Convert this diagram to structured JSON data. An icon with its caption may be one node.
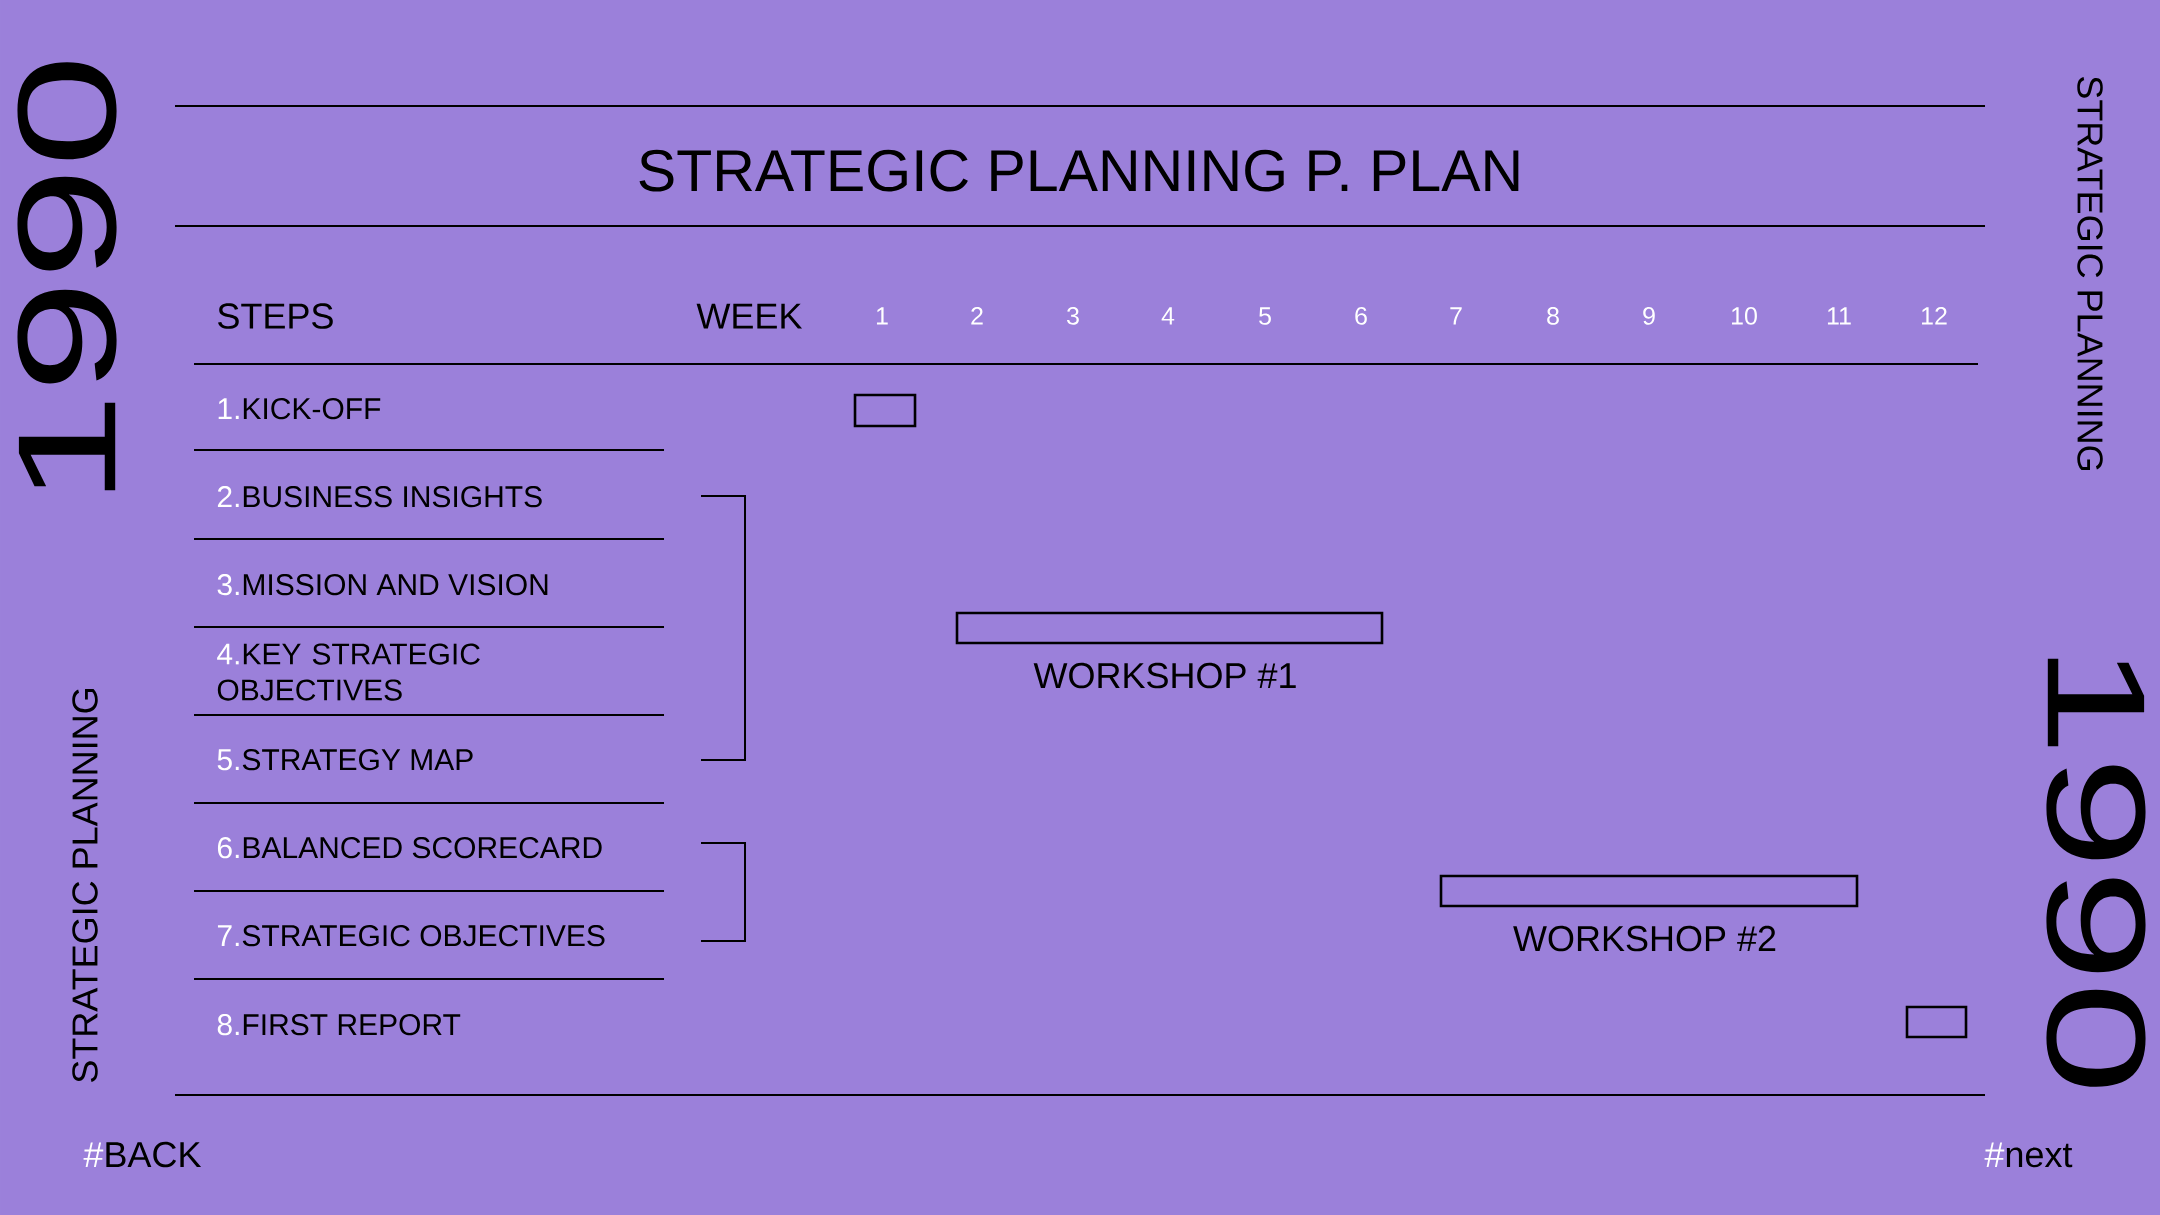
{
  "diagram": {
    "title": "STRATEGIC PLANNING P. PLAN",
    "nodes": [
      {
        "text": [],
        "shape": "bar"
      },
      {
        "text": [],
        "shape": "bar",
        "beside": [
          "WORKSHOP #1"
        ]
      },
      {
        "text": [],
        "shape": "bar",
        "beside": [
          "WORKSHOP #2"
        ]
      },
      {
        "text": [],
        "shape": "bar"
      }
    ],
    "labels": [
      "1990",
      "STRATEGIC PLANNING",
      "STEPS",
      "WEEK",
      "1",
      "2",
      "3",
      "4",
      "5",
      "6",
      "7",
      "8",
      "9",
      "10",
      "11",
      "12",
      "1.",
      "KICK-OFF",
      "2.",
      "BUSINESS INSIGHTS",
      "3.",
      "MISSION AND VISION",
      "4.",
      "KEY STRATEGIC OBJECTIVES",
      "5.",
      "STRATEGY MAP",
      "6.",
      "BALANCED SCORECARD",
      "7.",
      "STRATEGIC OBJECTIVES",
      "8.",
      "FIRST REPORT",
      "STRATEGIC PLANNING",
      "1990",
      "#",
      "BACK",
      "#",
      "next"
    ]
  }
}
